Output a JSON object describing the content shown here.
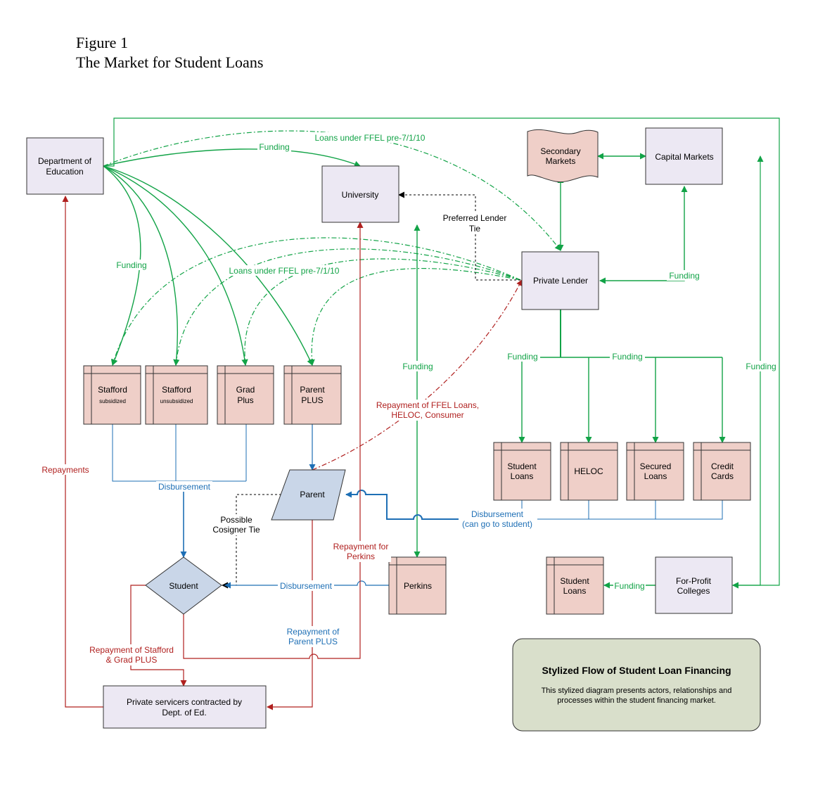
{
  "figure": {
    "label": "Figure 1",
    "title": "The Market for Student Loans"
  },
  "colors": {
    "green": "#12a347",
    "red": "#b0201f",
    "blue": "#1e6fb5",
    "black": "#000000",
    "actor_fill": "#ece8f3",
    "loan_fill": "#efcfc8",
    "student_parent_fill": "#c9d6e8",
    "legend_fill": "#d9dfcb"
  },
  "nodes": {
    "doe": [
      "Department of",
      "Education"
    ],
    "university": [
      "University"
    ],
    "secondary": [
      "Secondary",
      "Markets"
    ],
    "capital": [
      "Capital Markets"
    ],
    "private_lender": [
      "Private Lender"
    ],
    "stafford_sub": [
      "Stafford",
      "subsidized"
    ],
    "stafford_unsub": [
      "Stafford",
      "unsubsidized"
    ],
    "grad_plus": [
      "Grad",
      "Plus"
    ],
    "parent_plus": [
      "Parent",
      "PLUS"
    ],
    "student_loans_private": [
      "Student",
      "Loans"
    ],
    "heloc": [
      "HELOC"
    ],
    "secured": [
      "Secured",
      "Loans"
    ],
    "credit_cards": [
      "Credit",
      "Cards"
    ],
    "parent": [
      "Parent"
    ],
    "student": [
      "Student"
    ],
    "perkins": [
      "Perkins"
    ],
    "student_loans_forprofit": [
      "Student",
      "Loans"
    ],
    "for_profit": [
      "For-Profit",
      "Colleges"
    ],
    "servicers": [
      "Private servicers contracted by",
      "Dept. of Ed."
    ]
  },
  "labels": {
    "funding_top": "Funding",
    "ffel_top": "Loans under FFEL pre-7/1/10",
    "funding_left": "Funding",
    "ffel_mid": "Loans under FFEL pre-7/1/10",
    "preferred": [
      "Preferred Lender",
      "Tie"
    ],
    "funding_capital": "Funding",
    "funding_branch_left": "Funding",
    "funding_branch_right": "Funding",
    "funding_perkins": "Funding",
    "funding_forprofit_vertical": "Funding",
    "repayment_ffel": [
      "Repayment of FFEL Loans,",
      "HELOC, Consumer"
    ],
    "disbursement_federal": "Disbursement",
    "disbursement_private": [
      "Disbursement",
      "(can go to student)"
    ],
    "cosigner": [
      "Possible",
      "Cosigner Tie"
    ],
    "repayments": "Repayments",
    "repayment_perkins": [
      "Repayment for",
      "Perkins"
    ],
    "disbursement_perkins": "Disbursement",
    "repayment_parent_plus": [
      "Repayment of",
      "Parent PLUS"
    ],
    "repayment_stafford": [
      "Repayment of Stafford",
      "& Grad PLUS"
    ],
    "funding_forprofit": "Funding"
  },
  "legend": {
    "title": "Stylized Flow of Student Loan Financing",
    "text": [
      "This stylized diagram presents actors, relationships and",
      "processes within the student financing market."
    ]
  }
}
